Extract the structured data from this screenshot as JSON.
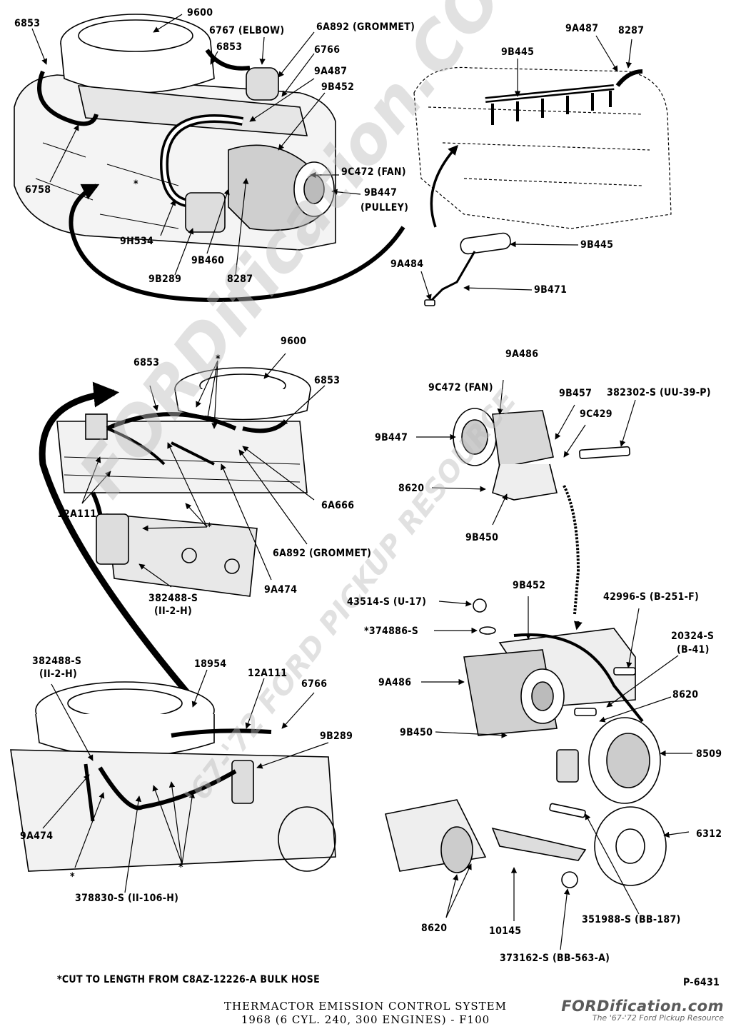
{
  "watermark": {
    "main": "FORDification.COM",
    "sub": "'67-'72 FORD PICKUP RESOURCE"
  },
  "panel1": {
    "labels": [
      "6853",
      "9600",
      "6767 (ELBOW)",
      "6A892 (GROMMET)",
      "6853",
      "6766",
      "9A487",
      "9B452",
      "*",
      "9C472 (FAN)",
      "9B447",
      "(PULLEY)",
      "6758",
      "9H534",
      "9B460",
      "9B289",
      "8287"
    ]
  },
  "panel2": {
    "labels": [
      "9A487",
      "8287",
      "9B445",
      "9B445",
      "9A484",
      "9B471"
    ]
  },
  "panel3": {
    "labels": [
      "9600",
      "6853",
      "*",
      "6853",
      "*",
      "6A666",
      "12A111",
      "6A892 (GROMMET)",
      "9A474",
      "382488-S",
      "(II-2-H)"
    ]
  },
  "panel4": {
    "labels": [
      "9A486",
      "9C472 (FAN)",
      "9B457",
      "382302-S (UU-39-P)",
      "9C429",
      "9B447",
      "8620",
      "9B450"
    ]
  },
  "panel5": {
    "labels": [
      "382488-S",
      "(II-2-H)",
      "18954",
      "12A111",
      "6766",
      "9B289",
      "9A474",
      "*",
      "*",
      "378830-S (II-106-H)"
    ]
  },
  "panel6": {
    "labels": [
      "43514-S (U-17)",
      "9B452",
      "42996-S (B-251-F)",
      "*374886-S",
      "20324-S",
      "(B-41)",
      "9A486",
      "8620",
      "9B450",
      "8509",
      "6312",
      "8620",
      "10145",
      "351988-S (BB-187)",
      "373162-S (BB-563-A)"
    ]
  },
  "footer": {
    "note": "*CUT TO LENGTH FROM C8AZ-12226-A BULK HOSE",
    "code": "P-6431",
    "title_line1": "THERMACTOR EMISSION CONTROL SYSTEM",
    "title_line2": "1968 (6 CYL. 240, 300 ENGINES) - F100"
  },
  "brand": {
    "name": "FORDification.com",
    "tagline": "The '67-'72 Ford Pickup Resource"
  }
}
